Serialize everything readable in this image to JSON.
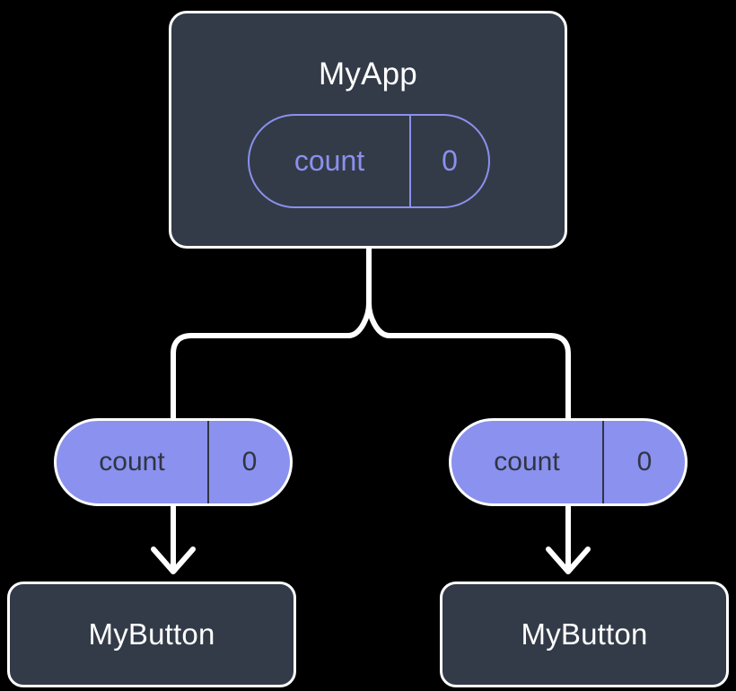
{
  "diagram": {
    "title": "component state propagation tree",
    "background_color": "#000000",
    "colors": {
      "component_fill": "#333b48",
      "component_border": "#ffffff",
      "accent_purple": "#8b91ee",
      "pill_text_dark": "#2f3542",
      "wire": "#ffffff"
    },
    "root": {
      "name": "MyApp",
      "state": {
        "key": "count",
        "value": "0"
      }
    },
    "children": [
      {
        "name": "MyButton",
        "prop": {
          "key": "count",
          "value": "0"
        }
      },
      {
        "name": "MyButton",
        "prop": {
          "key": "count",
          "value": "0"
        }
      }
    ]
  }
}
